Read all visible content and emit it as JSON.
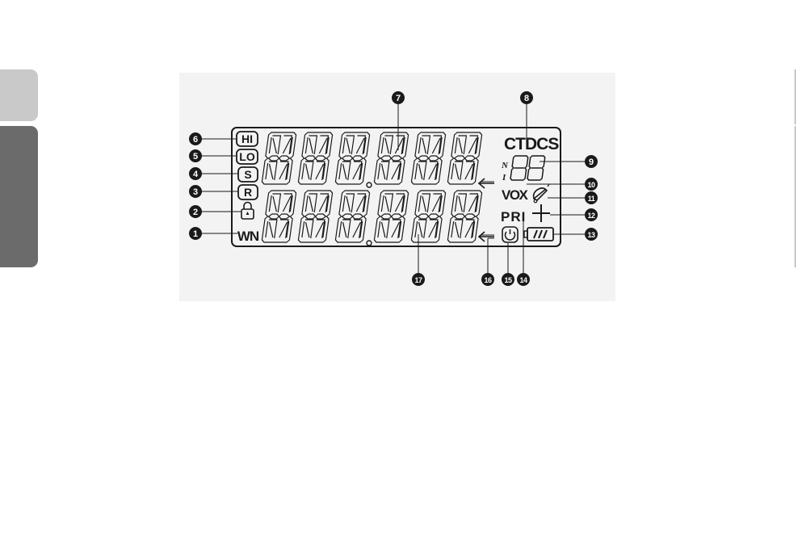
{
  "display": {
    "icons": {
      "hi": "HI",
      "lo": "LO",
      "s": "S",
      "r": "R",
      "wn": "WN",
      "ctdcs": "CTDCS",
      "n": "N",
      "i": "I",
      "vox": "VOX",
      "pri": "PRI"
    },
    "icon_names": [
      "lock-icon",
      "bell-icon",
      "plus-icon",
      "battery-icon",
      "power-icon",
      "arrow-left-icon"
    ],
    "segment_digits_per_row": 6,
    "rows": 2
  },
  "callouts": [
    {
      "number": "1"
    },
    {
      "number": "2"
    },
    {
      "number": "3"
    },
    {
      "number": "4"
    },
    {
      "number": "5"
    },
    {
      "number": "6"
    },
    {
      "number": "7"
    },
    {
      "number": "8"
    },
    {
      "number": "9"
    },
    {
      "number": "10"
    },
    {
      "number": "11"
    },
    {
      "number": "12"
    },
    {
      "number": "13"
    },
    {
      "number": "14"
    },
    {
      "number": "15"
    },
    {
      "number": "16"
    },
    {
      "number": "17"
    }
  ],
  "colors": {
    "ink": "#1a1a1a",
    "panel": "#f3f3f3",
    "tab_light": "#c9c9c9",
    "tab_dark": "#6b6b6b"
  }
}
